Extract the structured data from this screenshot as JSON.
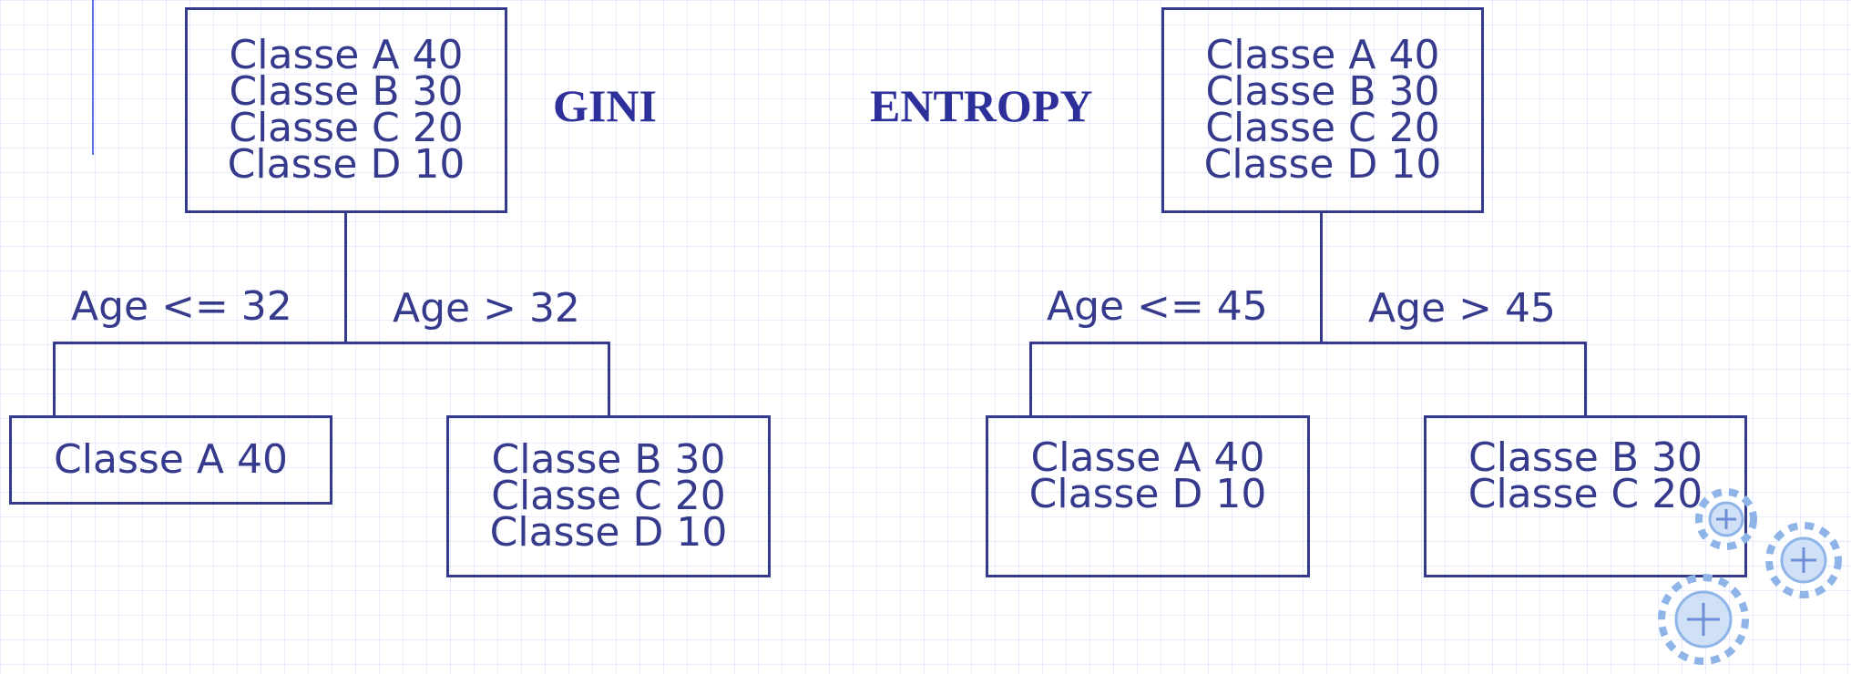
{
  "labels": {
    "gini": "GINI",
    "entropy": "ENTROPY"
  },
  "gini_tree": {
    "root": [
      "Classe A 40",
      "Classe B 30",
      "Classe C 20",
      "Classe D 10"
    ],
    "left_condition": "Age <= 32",
    "right_condition": "Age > 32",
    "left_leaf": [
      "Classe A 40"
    ],
    "right_leaf": [
      "Classe B 30",
      "Classe C 20",
      "Classe D 10"
    ]
  },
  "entropy_tree": {
    "root": [
      "Classe A 40",
      "Classe B 30",
      "Classe C 20",
      "Classe D 10"
    ],
    "left_condition": "Age <= 45",
    "right_condition": "Age > 45",
    "left_leaf": [
      "Classe A 40",
      "Classe D 10"
    ],
    "right_leaf": [
      "Classe B 30",
      "Classe C 20"
    ]
  },
  "colors": {
    "ink": "#353a8c",
    "title": "#2d2f9a",
    "grid": "#dfe3fa",
    "decoration": "#8fb4e8"
  },
  "icons": [
    "gear-cluster-icon"
  ]
}
